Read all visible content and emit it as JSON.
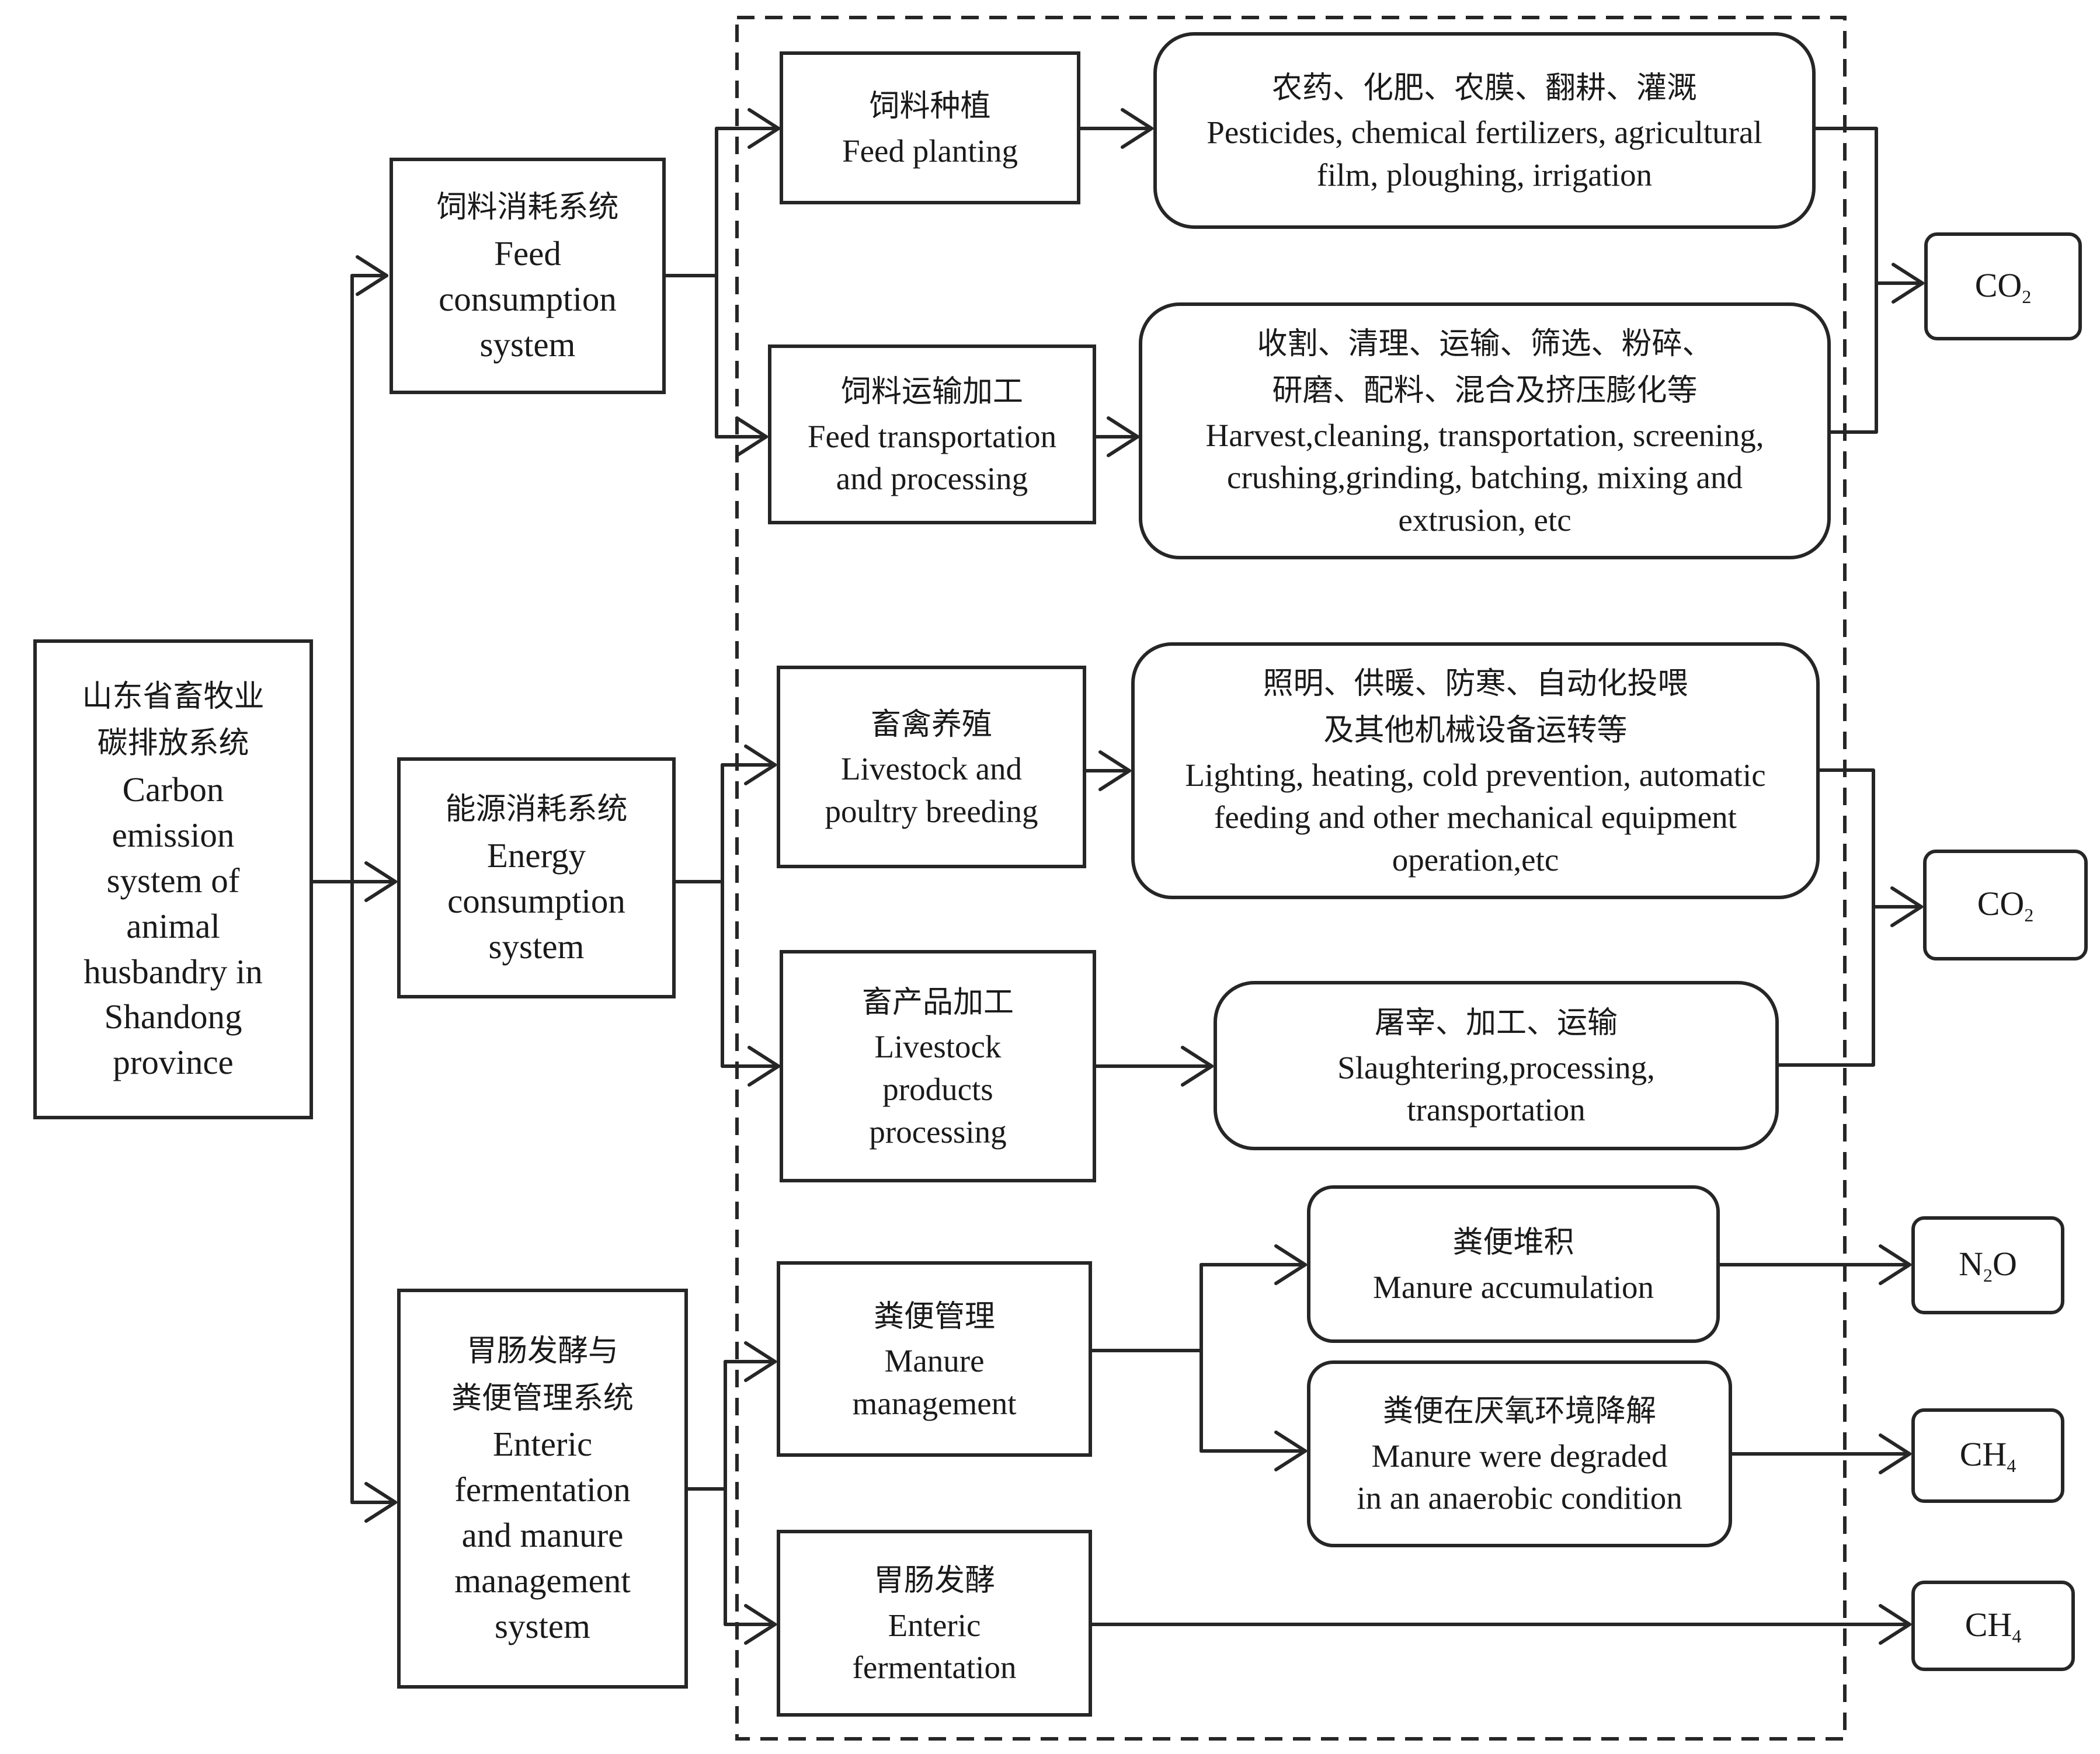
{
  "root": {
    "zh": [
      "山东省畜牧业",
      "碳排放系统"
    ],
    "en": [
      "Carbon",
      "emission",
      "system of",
      "animal",
      "husbandry in",
      "Shandong",
      "province"
    ]
  },
  "systems": {
    "feed": {
      "zh": "饲料消耗系统",
      "en": [
        "Feed",
        "consumption",
        "system"
      ]
    },
    "energy": {
      "zh": "能源消耗系统",
      "en": [
        "Energy",
        "consumption",
        "system"
      ]
    },
    "enteric": {
      "zh": [
        "胃肠发酵与",
        "粪便管理系统"
      ],
      "en": [
        "Enteric",
        "fermentation",
        "and manure",
        "management",
        "system"
      ]
    }
  },
  "processes": {
    "feed_planting": {
      "zh": "饲料种植",
      "en": [
        "Feed planting"
      ]
    },
    "feed_transport": {
      "zh": "饲料运输加工",
      "en": [
        "Feed transportation",
        "and processing"
      ]
    },
    "livestock_breeding": {
      "zh": "畜禽养殖",
      "en": [
        "Livestock and",
        "poultry breeding"
      ]
    },
    "products_processing": {
      "zh": "畜产品加工",
      "en": [
        "Livestock",
        "products",
        "processing"
      ]
    },
    "manure_management": {
      "zh": "粪便管理",
      "en": [
        "Manure",
        "management"
      ]
    },
    "enteric_fermentation": {
      "zh": "胃肠发酵",
      "en": [
        "Enteric",
        "fermentation"
      ]
    }
  },
  "details": {
    "planting": {
      "zh": [
        "农药、化肥、农膜、翻耕、灌溉"
      ],
      "en": [
        "Pesticides, chemical fertilizers, agricultural",
        "film, ploughing, irrigation"
      ]
    },
    "transport": {
      "zh": [
        "收割、清理、运输、筛选、粉碎、",
        "研磨、配料、混合及挤压膨化等"
      ],
      "en": [
        "Harvest,cleaning, transportation, screening,",
        "crushing,grinding, batching, mixing and",
        "extrusion, etc"
      ]
    },
    "breeding": {
      "zh": [
        "照明、供暖、防寒、自动化投喂",
        "及其他机械设备运转等"
      ],
      "en": [
        "Lighting, heating, cold prevention, automatic",
        "feeding and other mechanical equipment",
        "operation,etc"
      ]
    },
    "products": {
      "zh": [
        "屠宰、加工、运输"
      ],
      "en": [
        "Slaughtering,processing,",
        "transportation"
      ]
    },
    "accumulation": {
      "zh": [
        "粪便堆积"
      ],
      "en": [
        "Manure accumulation"
      ]
    },
    "anaerobic": {
      "zh": [
        "粪便在厌氧环境降解"
      ],
      "en": [
        "Manure were degraded",
        "in an anaerobic condition"
      ]
    }
  },
  "outputs": {
    "co2_feed": {
      "base": "CO",
      "sub": "2",
      "tail": ""
    },
    "co2_energy": {
      "base": "CO",
      "sub": "2",
      "tail": ""
    },
    "n2o": {
      "base": "N",
      "sub": "2",
      "tail": "O"
    },
    "ch4_manure": {
      "base": "CH",
      "sub": "4",
      "tail": ""
    },
    "ch4_enteric": {
      "base": "CH",
      "sub": "4",
      "tail": ""
    }
  },
  "style": {
    "line_color": "#262626",
    "border_color": "#262626",
    "text_color": "#1a1a1a"
  }
}
